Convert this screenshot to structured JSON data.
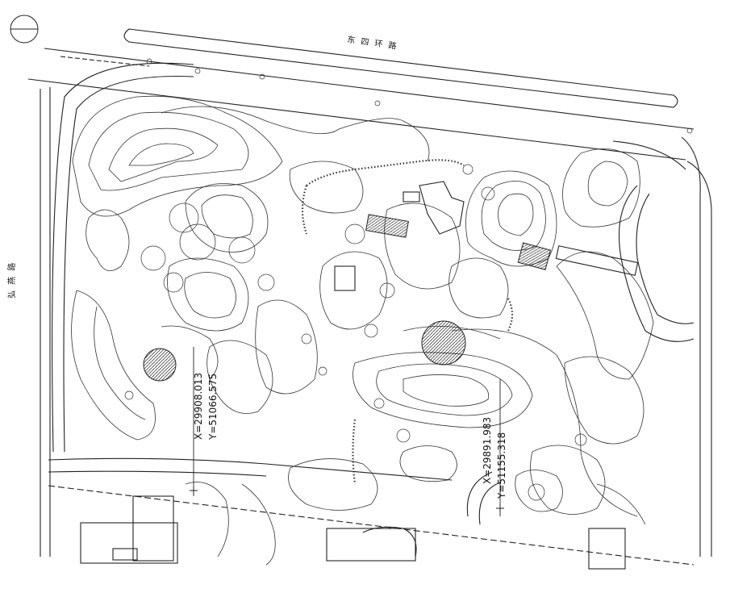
{
  "plan": {
    "road_north_name": "东 四 环 路",
    "road_west_name": "弘 燕 路",
    "coord_left_x": "X=29908.013",
    "coord_left_y": "Y=51066.575",
    "coord_right_x": "X=29891.983",
    "coord_right_y": "Y=51155.318"
  }
}
